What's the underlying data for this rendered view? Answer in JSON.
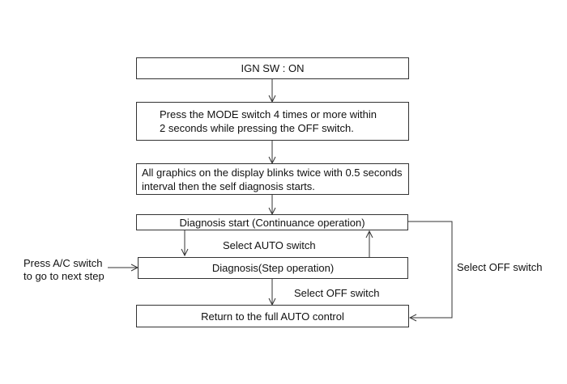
{
  "flow": {
    "step1": "IGN SW : ON",
    "step2_line1": "Press the MODE switch 4 times or more within",
    "step2_line2": "2 seconds while pressing the OFF switch.",
    "step3_line1": "All graphics on the display blinks twice with 0.5 seconds",
    "step3_line2": "interval then the self diagnosis starts.",
    "step4": "Diagnosis start (Continuance operation)",
    "step5": "Diagnosis(Step operation)",
    "step6": "Return to the full AUTO control"
  },
  "labels": {
    "select_auto": "Select AUTO switch",
    "select_off_inner": "Select OFF switch",
    "select_off_right": "Select OFF switch",
    "press_ac_line1": "Press A/C switch",
    "press_ac_line2": "to go to next step"
  }
}
